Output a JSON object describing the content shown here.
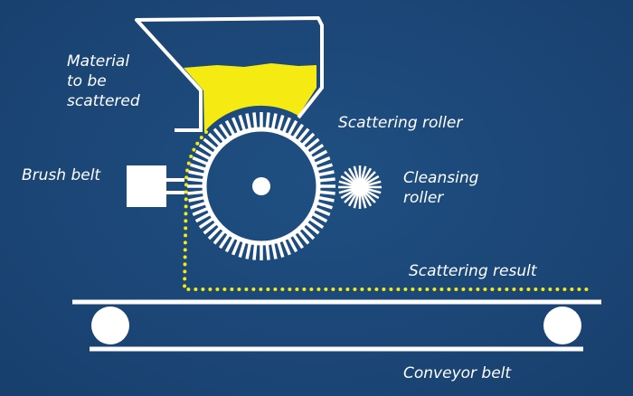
{
  "labels": {
    "material": [
      "Material",
      "to be",
      "scattered"
    ],
    "scattering_roller": "Scattering roller",
    "brush_belt": "Brush belt",
    "cleansing_roller": [
      "Cleansing",
      "roller"
    ],
    "scattering_result": "Scattering result",
    "conveyor_belt": "Conveyor belt"
  },
  "colors": {
    "background": "#1b4677",
    "material": "#f5ea12",
    "machine": "#ffffff"
  }
}
